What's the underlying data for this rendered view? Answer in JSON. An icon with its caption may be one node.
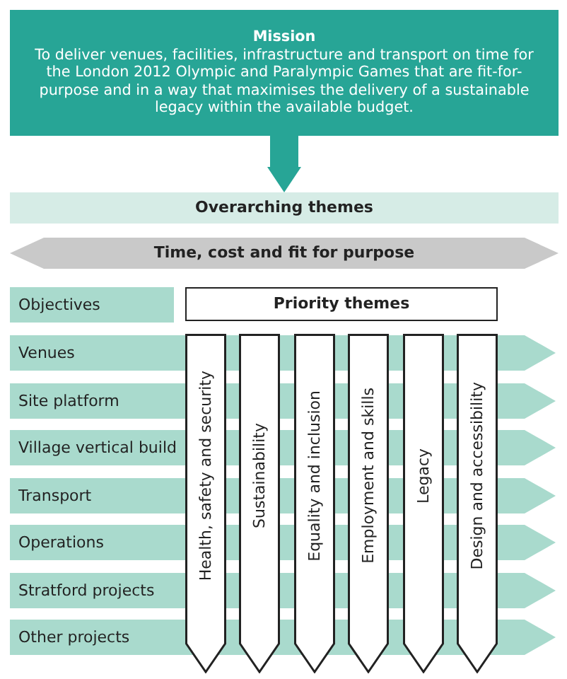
{
  "diagram": {
    "nodes": [
      {
        "text": [
          "Mission",
          "To deliver venues, facilities, infrastructure and transport on time for the London 2012 Olympic and Paralympic Games that are fit-for-purpose and in a way that maximises the delivery of a sustainable legacy within the available budget."
        ]
      },
      {
        "text": [
          "Overarching themes"
        ]
      },
      {
        "text": [
          "Time, cost and fit for purpose"
        ]
      },
      {
        "text": [
          "Objectives"
        ]
      },
      {
        "text": [
          "Priority themes"
        ]
      },
      {
        "text": [
          "Venues"
        ]
      },
      {
        "text": [
          "Site platform"
        ]
      },
      {
        "text": [
          "Village vertical build"
        ]
      },
      {
        "text": [
          "Transport"
        ]
      },
      {
        "text": [
          "Operations"
        ]
      },
      {
        "text": [
          "Stratford projects"
        ]
      },
      {
        "text": [
          "Other projects"
        ]
      },
      {
        "text": [
          "Health, safety and security"
        ]
      },
      {
        "text": [
          "Sustainability"
        ]
      },
      {
        "text": [
          "Equality and inclusion"
        ]
      },
      {
        "text": [
          "Employment and skills"
        ]
      },
      {
        "text": [
          "Legacy"
        ]
      },
      {
        "text": [
          "Design and accessibility"
        ]
      }
    ],
    "edges": [
      {
        "from": 0,
        "to": 1,
        "arrow": "to"
      }
    ]
  }
}
